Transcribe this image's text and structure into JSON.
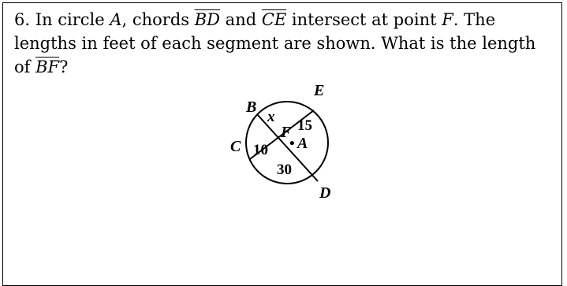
{
  "question": {
    "number": "6.",
    "part1": "In circle ",
    "circle_name": "A",
    "part2": ", chords ",
    "chord1": "BD",
    "part3": " and ",
    "chord2": "CE",
    "part4": " intersect at point ",
    "point_name": "F",
    "part5": ". The lengths in feet of each segment are shown. What is the length of ",
    "target_segment": "BF",
    "part6": "?"
  },
  "diagram": {
    "labels": {
      "B": "B",
      "E": "E",
      "C": "C",
      "D": "D",
      "F": "F",
      "A": "A",
      "x": "x"
    },
    "segment_lengths": {
      "BF": "x",
      "FE": "15",
      "CF": "10",
      "FD": "30"
    },
    "center_dot": "•"
  }
}
